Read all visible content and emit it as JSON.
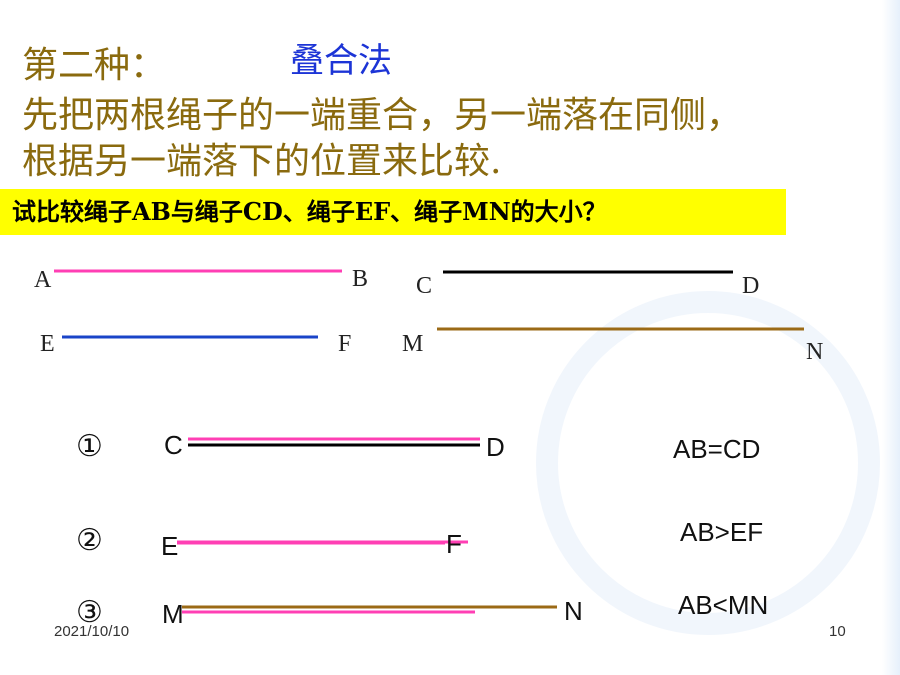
{
  "slide": {
    "heading_prefix": "第二种：",
    "method_name": "叠合法",
    "line1": "先把两根绳子的一端重合，另一端落在同侧，",
    "line2": "根据另一端落下的位置来比较.",
    "question": "试比较绳子AB与绳子CD、绳子EF、绳子MN的大小？"
  },
  "segments": {
    "A": "A",
    "B": "B",
    "C": "C",
    "D": "D",
    "E": "E",
    "F": "F",
    "M": "M",
    "N": "N"
  },
  "comparisons": [
    {
      "number": "①",
      "start": "C",
      "end": "D",
      "result": "AB=CD"
    },
    {
      "number": "②",
      "start": "E",
      "end": "F",
      "result": "AB>EF"
    },
    {
      "number": "③",
      "start": "M",
      "end": "N",
      "result": "AB<MN"
    }
  ],
  "colors": {
    "rope_ab": "#ff3fb4",
    "rope_cd": "#000000",
    "rope_ef": "#1a44c8",
    "rope_mn": "#9b6a16",
    "heading": "#8a6a0e",
    "method": "#1c34d6",
    "highlight": "#ffff00"
  },
  "footer": {
    "date": "2021/10/10",
    "page": "10"
  }
}
